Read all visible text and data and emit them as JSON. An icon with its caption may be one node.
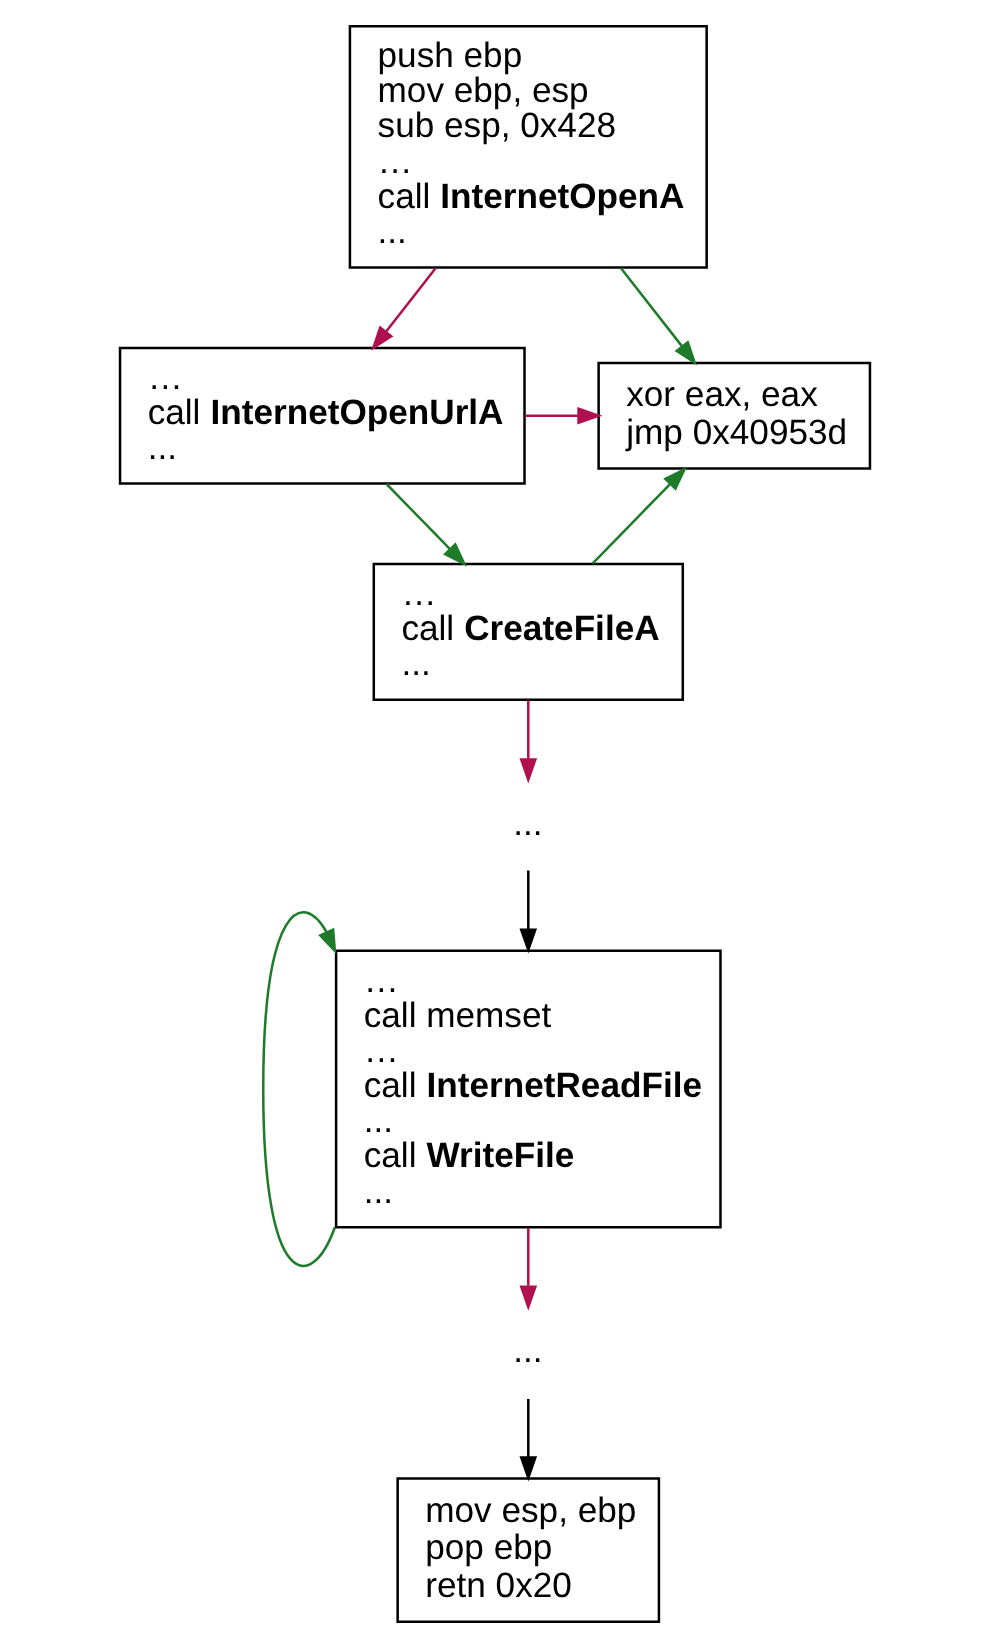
{
  "diagram": {
    "nodes": [
      {
        "text": [
          "push ebp",
          "mov ebp, esp",
          "sub esp, 0x428",
          "…",
          "call **InternetOpenA**",
          "..."
        ]
      },
      {
        "text": [
          "xor eax, eax",
          "jmp 0x40953d"
        ]
      },
      {
        "text": [
          "…",
          "call **InternetOpenUrlA**",
          "..."
        ]
      },
      {
        "text": [
          "…",
          "call **CreateFileA**",
          "..."
        ]
      },
      {
        "text": [
          "..."
        ]
      },
      {
        "text": [
          "…",
          "call memset",
          "…",
          "call **InternetReadFile**",
          "...",
          "call **WriteFile**",
          "..."
        ]
      },
      {
        "text": [
          "..."
        ]
      },
      {
        "text": [
          "mov esp, ebp",
          "pop ebp",
          "retn 0x20"
        ]
      }
    ],
    "edges": [
      {
        "from": 0,
        "to": 1,
        "arrow": "to",
        "color": "#1e7b2a"
      },
      {
        "from": 0,
        "to": 2,
        "arrow": "to",
        "color": "#b0104f"
      },
      {
        "from": 2,
        "to": 3,
        "arrow": "to",
        "color": "#1e7b2a"
      },
      {
        "from": 2,
        "to": 1,
        "arrow": "to",
        "color": "#b0104f"
      },
      {
        "from": 3,
        "to": 1,
        "arrow": "to",
        "color": "#1e7b2a"
      },
      {
        "from": 3,
        "to": 4,
        "arrow": "to",
        "color": "#b0104f"
      },
      {
        "from": 4,
        "to": 5,
        "arrow": "to",
        "color": "#000000"
      },
      {
        "from": 5,
        "to": 5,
        "arrow": "to",
        "color": "#1e7b2a"
      },
      {
        "from": 5,
        "to": 6,
        "arrow": "to",
        "color": "#b0104f"
      },
      {
        "from": 6,
        "to": 7,
        "arrow": "to",
        "color": "#000000"
      }
    ]
  }
}
